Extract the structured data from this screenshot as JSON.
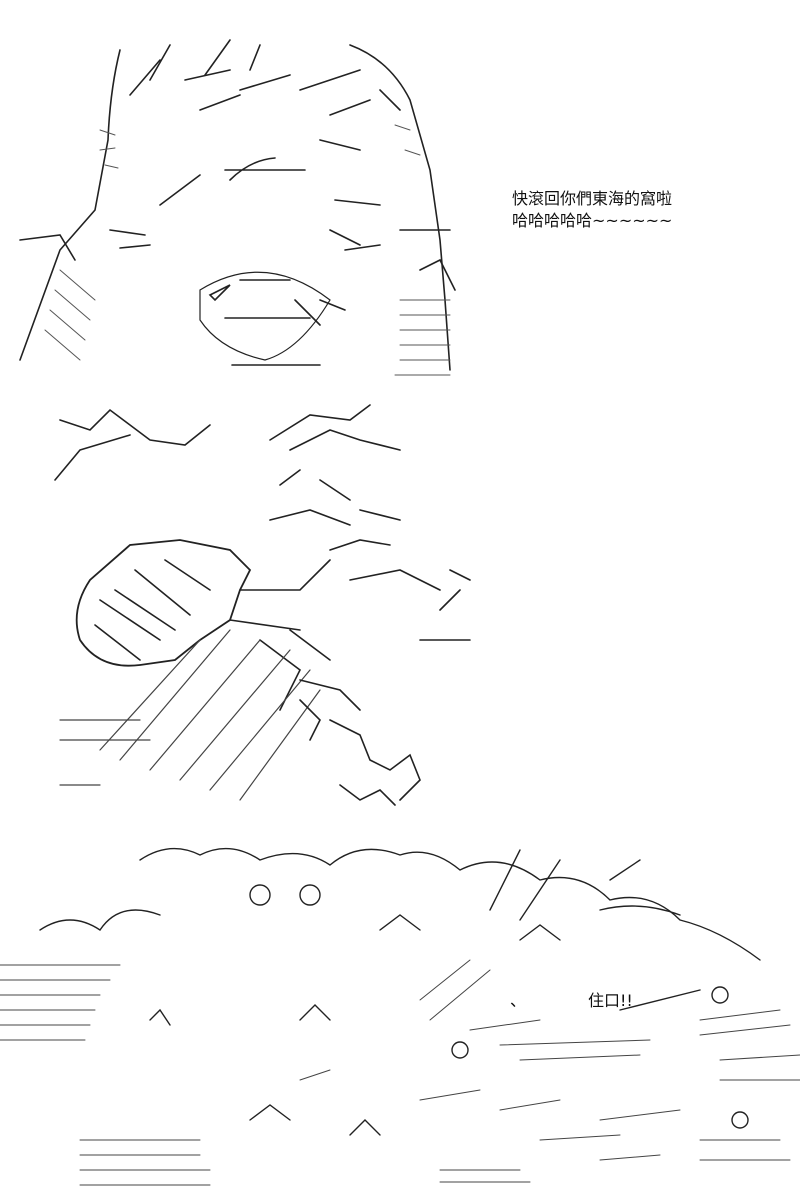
{
  "panels": [
    {
      "id": "top",
      "dialogue_line1": "快滾回你們東海的窩啦",
      "dialogue_line2": "哈哈哈哈哈~~~~~~"
    },
    {
      "id": "middle",
      "dialogue_mark": "、",
      "dialogue": "住口!!"
    },
    {
      "id": "bottom"
    }
  ]
}
